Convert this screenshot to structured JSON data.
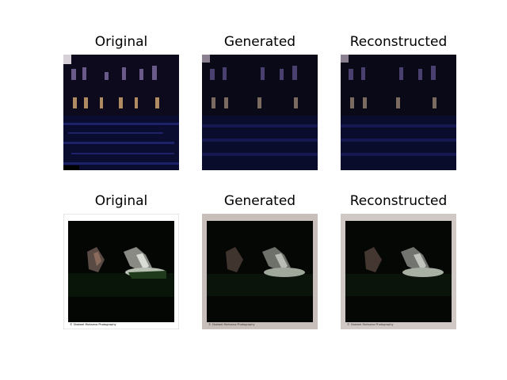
{
  "figure": {
    "rows": [
      {
        "panels": [
          {
            "title": "Original",
            "scene": "night-building-reflection",
            "variant": "sharp"
          },
          {
            "title": "Generated",
            "scene": "night-building-reflection",
            "variant": "blurred"
          },
          {
            "title": "Reconstructed",
            "scene": "night-building-reflection",
            "variant": "blurred"
          }
        ]
      },
      {
        "panels": [
          {
            "title": "Original",
            "scene": "waterfall-night",
            "variant": "sharp",
            "watermark": "© Shakeel Mohsena Photography"
          },
          {
            "title": "Generated",
            "scene": "waterfall-night",
            "variant": "blurred",
            "watermark": "© Shakeel Mohsena Photography"
          },
          {
            "title": "Reconstructed",
            "scene": "waterfall-night",
            "variant": "blurred",
            "watermark": "© Shakeel Mohsena Photography"
          }
        ]
      }
    ]
  }
}
